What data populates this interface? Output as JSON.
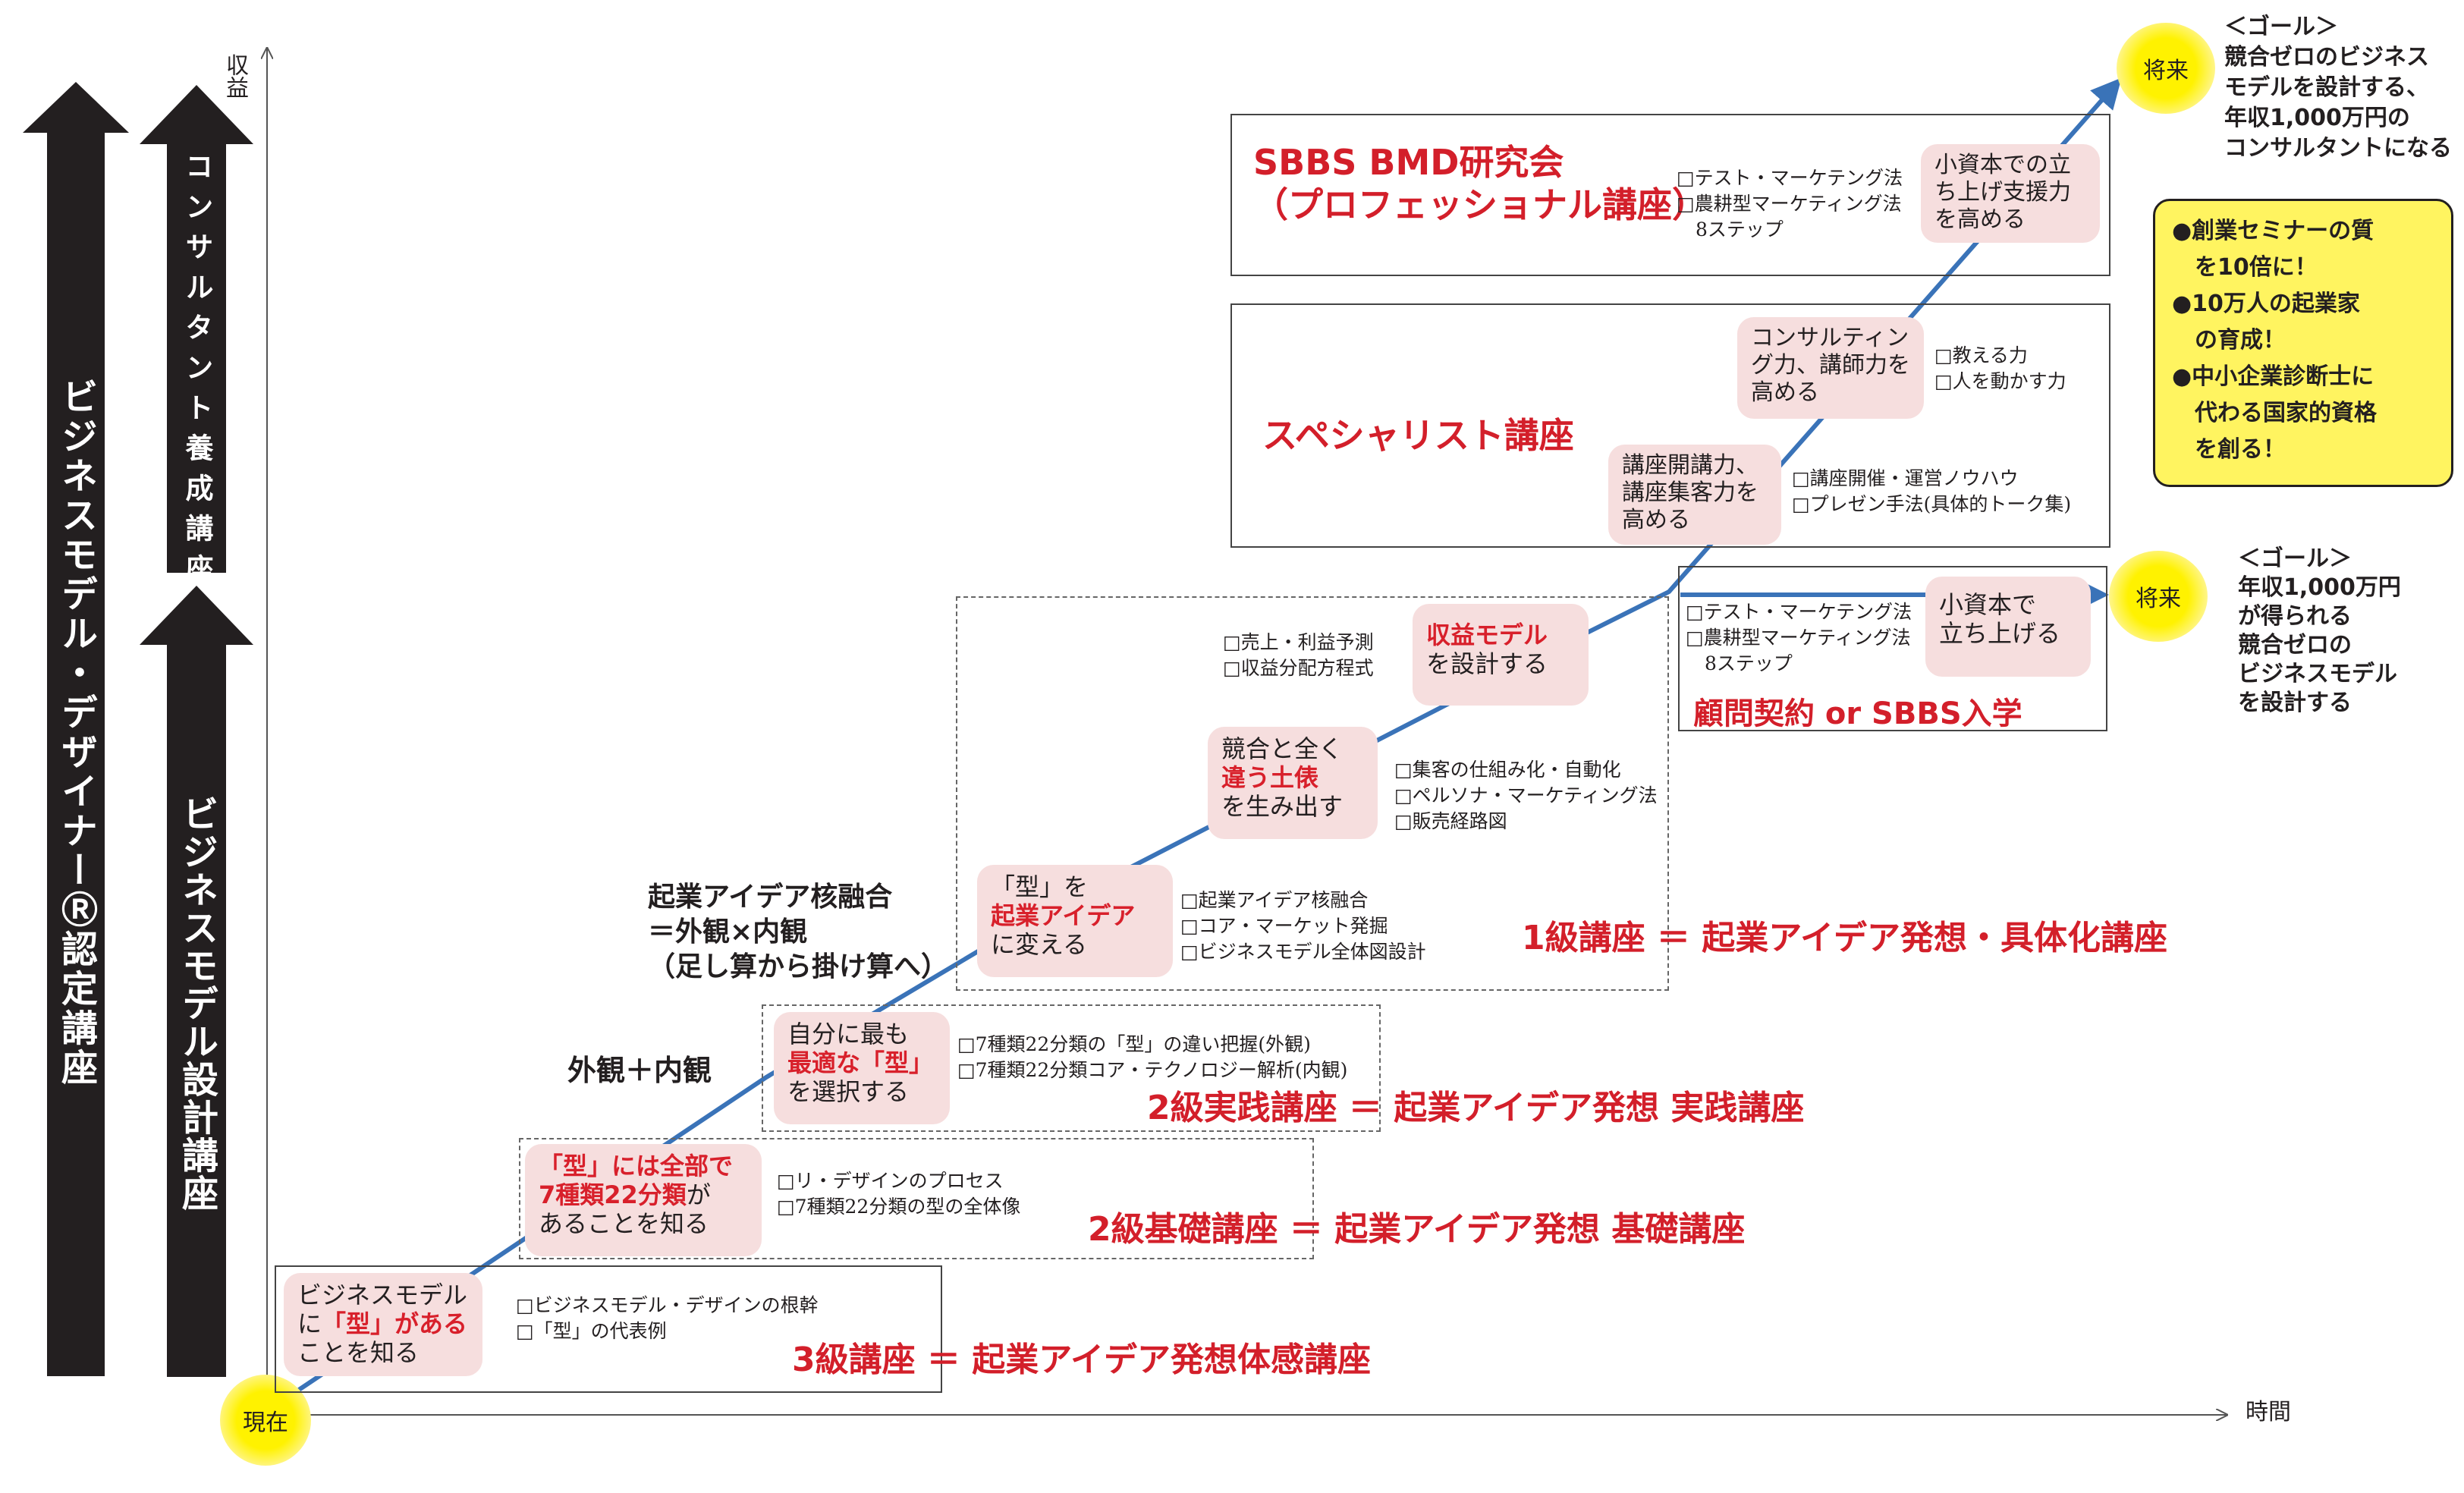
{
  "left_arrows": {
    "bmd_label": "ビジネスモデル・デザイナーⓇ認定講座",
    "consultant_label": "コンサルタント養成講座",
    "design_label": "ビジネスモデル設計講座"
  },
  "axes": {
    "y_label": "収益",
    "x_label": "時間",
    "origin_label": "現在"
  },
  "steps": {
    "level3": {
      "pink": [
        "ビジネスモデル",
        "に",
        "「型」があ",
        "る",
        "ことを知る"
      ],
      "checks": [
        "□ビジネスモデル・デザインの根幹",
        "□「型」の代表例"
      ],
      "title": "3級講座 ＝ 起業アイデア発想体感講座"
    },
    "level2basic": {
      "pink_red1": "「型」には全部で",
      "pink_red2": "7種類22分類",
      "pink_tail2": "が",
      "pink_line3": "あることを知る",
      "checks": [
        "□リ・デザインのプロセス",
        "□7種類22分類の型の全体像"
      ],
      "title": "2級基礎講座 ＝ 起業アイデア発想 基礎講座"
    },
    "level2practice": {
      "side_label": "外観＋内観",
      "pink_line1": "自分に最も",
      "pink_red": "最適な「型」",
      "pink_line3": "を選択する",
      "checks": [
        "□7種類22分類の「型」の違い把握(外観)",
        "□7種類22分類コア・テクノロジー解析(内観)"
      ],
      "title": "2級実践講座 ＝ 起業アイデア発想 実践講座"
    },
    "level1": {
      "fusion_lines": [
        "起業アイデア核融合",
        "＝外観×内観",
        "（足し算から掛け算へ）"
      ],
      "pink_a": {
        "line1": "「型」を",
        "red": "起業アイデア",
        "line3": "に変える"
      },
      "checks_a": [
        "□起業アイデア核融合",
        "□コア・マーケット発掘",
        "□ビジネスモデル全体図設計"
      ],
      "pink_b": {
        "line1": "競合と全く",
        "red": "違う土俵",
        "line3": "を生み出す"
      },
      "checks_b": [
        "□集客の仕組み化・自動化",
        "□ペルソナ・マーケティング法",
        "□販売経路図"
      ],
      "pink_c": {
        "red": "収益モデル",
        "line2": "を設計する"
      },
      "checks_c": [
        "□売上・利益予測",
        "□収益分配方程式"
      ],
      "title": "1級講座 ＝ 起業アイデア発想・具体化講座"
    },
    "contract": {
      "checks": [
        "□テスト・マーケテング法",
        "□農耕型マーケティング法",
        "　8ステップ"
      ],
      "pink": [
        "小資本で",
        "立ち上げる"
      ],
      "title": "顧問契約 or SBBS入学",
      "future": "将来",
      "goal": [
        "＜ゴール＞",
        "年収1,000万円",
        "が得られる",
        "競合ゼロの",
        "ビジネスモデル",
        "を設計する"
      ]
    },
    "specialist": {
      "title": "スペシャリスト講座",
      "pink_a": [
        "講座開講力、",
        "講座集客力を",
        "高める"
      ],
      "checks_a": [
        "□講座開催・運営ノウハウ",
        "□プレゼン手法(具体的トーク集)"
      ],
      "pink_b": [
        "コンサルティン",
        "グ力、講師力を",
        "高める"
      ],
      "checks_b": [
        "□教える力",
        "□人を動かす力"
      ]
    },
    "professional": {
      "title1": "SBBS BMD研究会",
      "title2": "（プロフェッショナル講座）",
      "checks": [
        "□テスト・マーケテング法",
        "□農耕型マーケティング法",
        "　8ステップ"
      ],
      "pink": [
        "小資本での立",
        "ち上げ支援力",
        "を高める"
      ],
      "future": "将来",
      "goal": [
        "＜ゴール＞",
        "競合ゼロのビジネス",
        "モデルを設計する、",
        "年収1,000万円の",
        "コンサルタントになる"
      ]
    }
  },
  "yellow_box": [
    "●創業セミナーの質",
    "　を10倍に！",
    "●10万人の起業家",
    "　の育成！",
    "●中小企業診断士に",
    "　代わる国家的資格",
    "　を創る！"
  ],
  "colors": {
    "red": "#d31f2a",
    "pink": "#f6dede",
    "blue_line": "#3a73b8",
    "arrow_dark": "#231f20",
    "yellow": "#fff460"
  }
}
